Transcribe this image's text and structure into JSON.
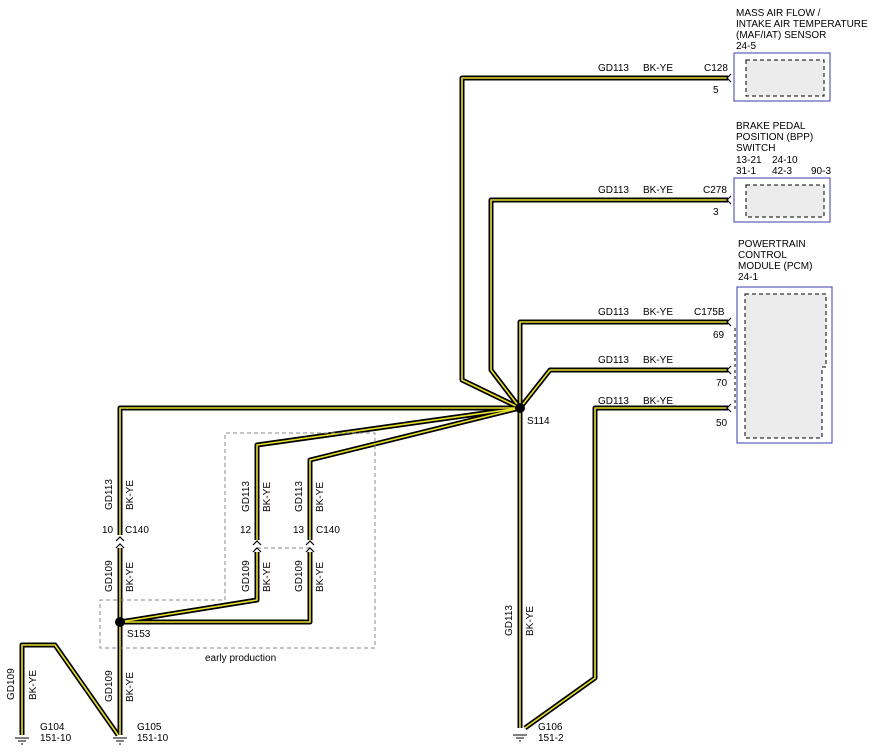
{
  "components": {
    "maf": {
      "l1": "MASS AIR FLOW /",
      "l2": "INTAKE AIR TEMPERATURE",
      "l3": "(MAF/IAT) SENSOR",
      "l4": "24-5"
    },
    "bpp": {
      "l1": "BRAKE PEDAL",
      "l2": "POSITION (BPP)",
      "l3": "SWITCH",
      "r1a": "13-21",
      "r1b": "24-10",
      "r2a": "31-1",
      "r2b": "42-3",
      "r2c": "90-3"
    },
    "pcm": {
      "l1": "POWERTRAIN",
      "l2": "CONTROL",
      "l3": "MODULE (PCM)",
      "l4": "24-1"
    }
  },
  "connectors": {
    "c128": "C128",
    "c128_pin": "5",
    "c278": "C278",
    "c278_pin": "3",
    "c175b": "C175B",
    "c175b_pin1": "69",
    "c175b_pin2": "70",
    "c175b_pin3": "50",
    "c140": "C140",
    "c140_pin10": "10",
    "c140_pin12": "12",
    "c140_pin13": "13"
  },
  "wires": {
    "gd113": "GD113",
    "gd109": "GD109",
    "bkye": "BK-YE"
  },
  "splices": {
    "s114": "S114",
    "s153": "S153"
  },
  "grounds": {
    "g104": "G104",
    "g104_ref": "151-10",
    "g105": "G105",
    "g105_ref": "151-10",
    "g106": "G106",
    "g106_ref": "151-2"
  },
  "notes": {
    "early_production": "early production"
  },
  "colors": {
    "wire_outer": "#000000",
    "wire_inner": "#e8e02a",
    "component_border": "#3b3bb0",
    "component_fill": "#ececec",
    "dashed": "#888888"
  }
}
